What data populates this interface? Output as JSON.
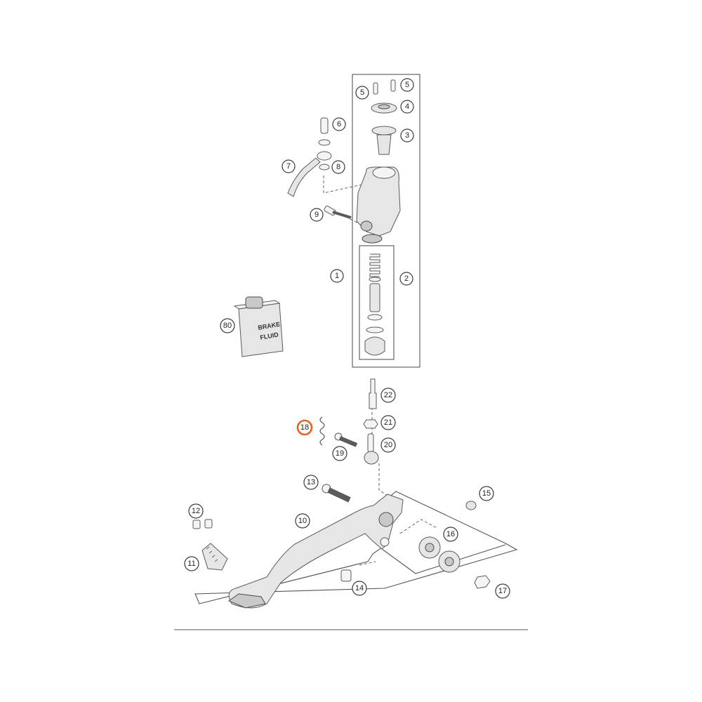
{
  "callouts": [
    {
      "id": "c5a",
      "label": "5"
    },
    {
      "id": "c5b",
      "label": "5"
    },
    {
      "id": "c4",
      "label": "4"
    },
    {
      "id": "c3",
      "label": "3"
    },
    {
      "id": "c6",
      "label": "6"
    },
    {
      "id": "c7",
      "label": "7"
    },
    {
      "id": "c8",
      "label": "8"
    },
    {
      "id": "c9",
      "label": "9"
    },
    {
      "id": "c1",
      "label": "1"
    },
    {
      "id": "c2",
      "label": "2"
    },
    {
      "id": "c80",
      "label": "80"
    },
    {
      "id": "c22",
      "label": "22"
    },
    {
      "id": "c18",
      "label": "18",
      "highlighted": true
    },
    {
      "id": "c21",
      "label": "21"
    },
    {
      "id": "c20",
      "label": "20"
    },
    {
      "id": "c19",
      "label": "19"
    },
    {
      "id": "c13",
      "label": "13"
    },
    {
      "id": "c15",
      "label": "15"
    },
    {
      "id": "c12",
      "label": "12"
    },
    {
      "id": "c10",
      "label": "10"
    },
    {
      "id": "c16",
      "label": "16"
    },
    {
      "id": "c11",
      "label": "11"
    },
    {
      "id": "c14",
      "label": "14"
    },
    {
      "id": "c17",
      "label": "17"
    }
  ],
  "brake_fluid_can": {
    "line1": "BRAKE",
    "line2": "FLUID"
  },
  "colors": {
    "highlight": "#e8641b",
    "line": "#555555",
    "part_fill": "#e6e6e6"
  }
}
